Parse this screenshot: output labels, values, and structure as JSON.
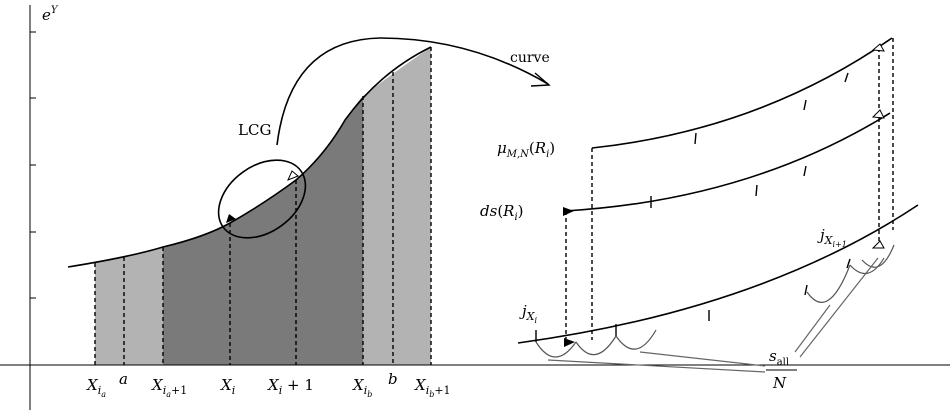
{
  "axis": {
    "y_label": "e^Y"
  },
  "x_labels": {
    "x_ia": {
      "base": "X",
      "sub": "i",
      "subsub": "a"
    },
    "a": "a",
    "x_ia1": {
      "base": "X",
      "sub": "i",
      "subsub": "a",
      "suffix": "+1"
    },
    "x_i": {
      "base": "X",
      "sub": "i"
    },
    "x_i1": "X",
    "x_i1_rest": "i + 1",
    "x_ib": {
      "base": "X",
      "sub": "i",
      "subsub": "b"
    },
    "b": "b",
    "x_ib1": {
      "base": "X",
      "sub": "i",
      "subsub": "b",
      "suffix": "+1"
    }
  },
  "annotations": {
    "lcg": "LCG",
    "curve": "curve"
  },
  "right_labels": {
    "mu": {
      "base": "μ",
      "sub": "M,N",
      "arg": "(R",
      "arg_sub": "i",
      "close": ")"
    },
    "ds": {
      "base": "ds",
      "arg": "(R",
      "arg_sub": "i",
      "close": ")"
    },
    "j_xi1": {
      "base": "j",
      "sub": "X",
      "subsub": "i+1"
    },
    "j_xi": {
      "base": "j",
      "sub": "X",
      "subsub": "i"
    },
    "s_all": {
      "num": "s",
      "num_sub": "all",
      "den": "N"
    }
  },
  "colors": {
    "light_fill": "#b3b3b3",
    "dark_fill": "#7a7a7a",
    "line": "#000000",
    "grey_line": "#666666"
  }
}
